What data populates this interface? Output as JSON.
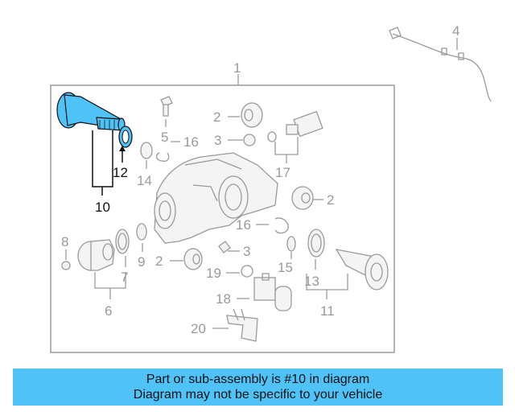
{
  "callouts": {
    "c1": "1",
    "c2a": "2",
    "c2b": "2",
    "c2c": "2",
    "c3a": "3",
    "c3b": "3",
    "c4": "4",
    "c5": "5",
    "c6": "6",
    "c7": "7",
    "c8": "8",
    "c9": "9",
    "c10": "10",
    "c11": "11",
    "c12": "12",
    "c13": "13",
    "c14": "14",
    "c15": "15",
    "c16a": "16",
    "c16b": "16",
    "c17": "17",
    "c18": "18",
    "c19": "19",
    "c20": "20"
  },
  "caption": {
    "line1": "Part or sub-assembly is #10 in diagram",
    "line2": "Diagram may not be specific to your vehicle"
  },
  "colors": {
    "highlight": "#4fc3f7",
    "caption_bg": "#4fc3f7"
  }
}
